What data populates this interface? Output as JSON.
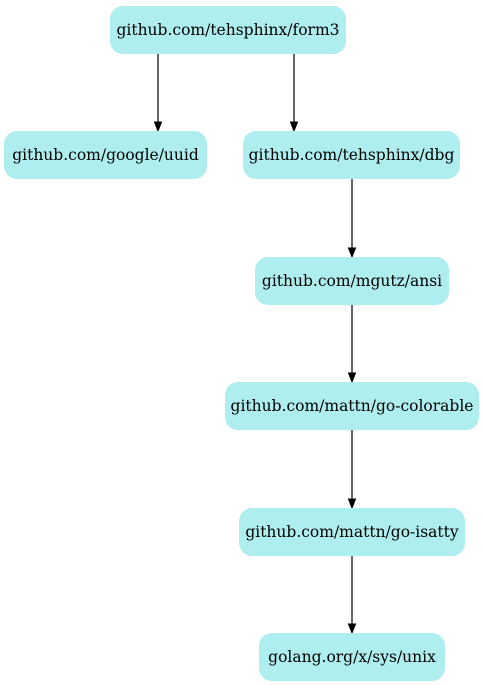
{
  "graph": {
    "node_fill": "#afeeee",
    "edge_color": "#000000",
    "nodes": [
      {
        "id": "form3",
        "label": "github.com/tehsphinx/form3"
      },
      {
        "id": "uuid",
        "label": "github.com/google/uuid"
      },
      {
        "id": "dbg",
        "label": "github.com/tehsphinx/dbg"
      },
      {
        "id": "ansi",
        "label": "github.com/mgutz/ansi"
      },
      {
        "id": "colorable",
        "label": "github.com/mattn/go-colorable"
      },
      {
        "id": "isatty",
        "label": "github.com/mattn/go-isatty"
      },
      {
        "id": "unix",
        "label": "golang.org/x/sys/unix"
      }
    ],
    "edges": [
      {
        "from": "form3",
        "to": "uuid"
      },
      {
        "from": "form3",
        "to": "dbg"
      },
      {
        "from": "dbg",
        "to": "ansi"
      },
      {
        "from": "ansi",
        "to": "colorable"
      },
      {
        "from": "colorable",
        "to": "isatty"
      },
      {
        "from": "isatty",
        "to": "unix"
      }
    ]
  }
}
